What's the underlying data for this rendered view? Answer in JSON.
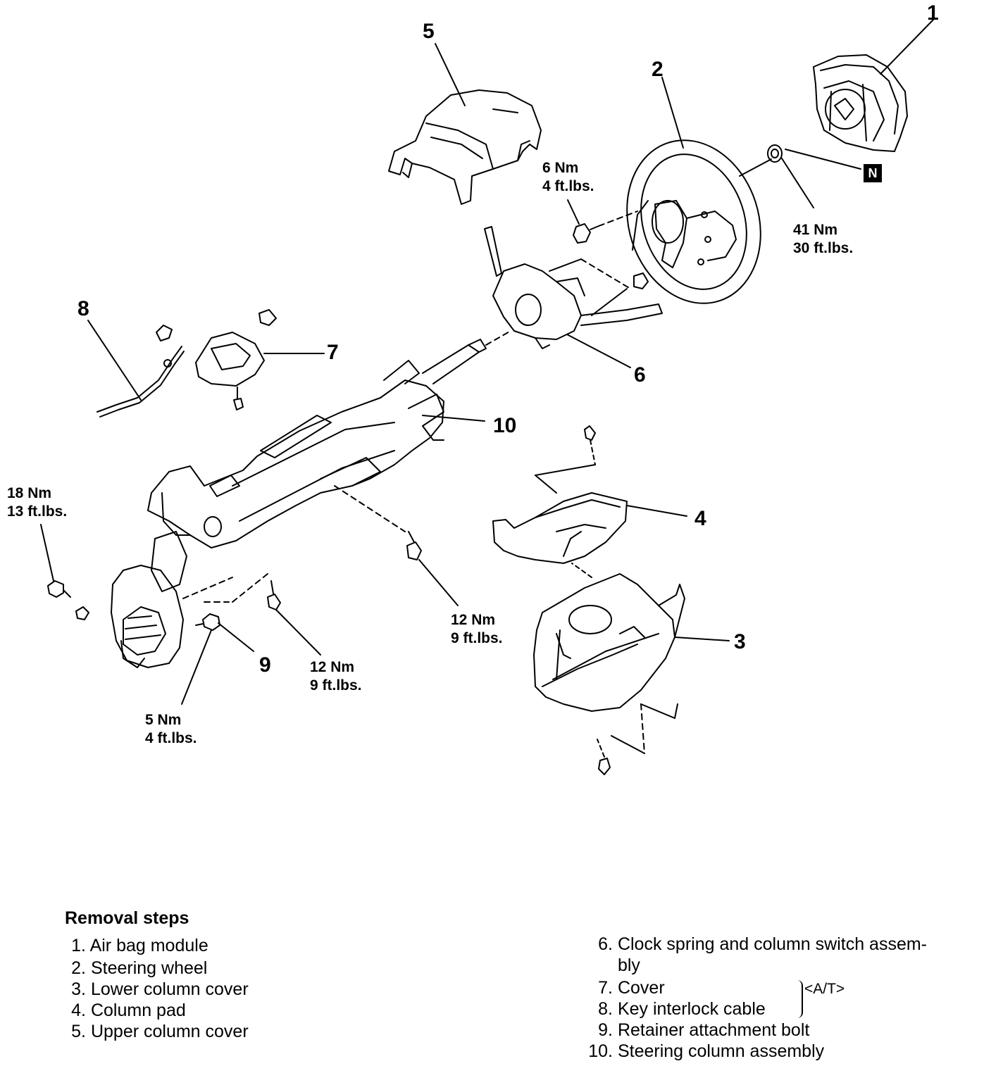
{
  "callouts": {
    "c1": "1",
    "c2": "2",
    "c3": "3",
    "c4": "4",
    "c5": "5",
    "c6": "6",
    "c7": "7",
    "c8": "8",
    "c9": "9",
    "c10": "10"
  },
  "torques": {
    "t_6nm": [
      "6 Nm",
      "4 ft.lbs."
    ],
    "t_41nm": [
      "41 Nm",
      "30 ft.lbs."
    ],
    "t_18nm": [
      "18 Nm",
      "13 ft.lbs."
    ],
    "t_12nm_a": [
      "12 Nm",
      "9 ft.lbs."
    ],
    "t_12nm_b": [
      "12 Nm",
      "9 ft.lbs."
    ],
    "t_5nm": [
      "5 Nm",
      "4 ft.lbs."
    ]
  },
  "n_mark": "N",
  "legend": {
    "title": "Removal steps",
    "left_steps": [
      {
        "num": "1.",
        "text": "Air bag module"
      },
      {
        "num": "2.",
        "text": "Steering wheel"
      },
      {
        "num": "3.",
        "text": "Lower column cover"
      },
      {
        "num": "4.",
        "text": "Column pad"
      },
      {
        "num": "5.",
        "text": "Upper column cover"
      }
    ],
    "right_steps": [
      {
        "num": "6.",
        "text": "Clock spring and column switch assem-"
      },
      {
        "num": "",
        "text": "bly"
      },
      {
        "num": "7.",
        "text": "Cover"
      },
      {
        "num": "8.",
        "text": "Key interlock cable"
      },
      {
        "num": "9.",
        "text": "Retainer attachment bolt"
      },
      {
        "num": "10.",
        "text": "Steering column assembly"
      }
    ],
    "at_note": "<A/T>"
  }
}
